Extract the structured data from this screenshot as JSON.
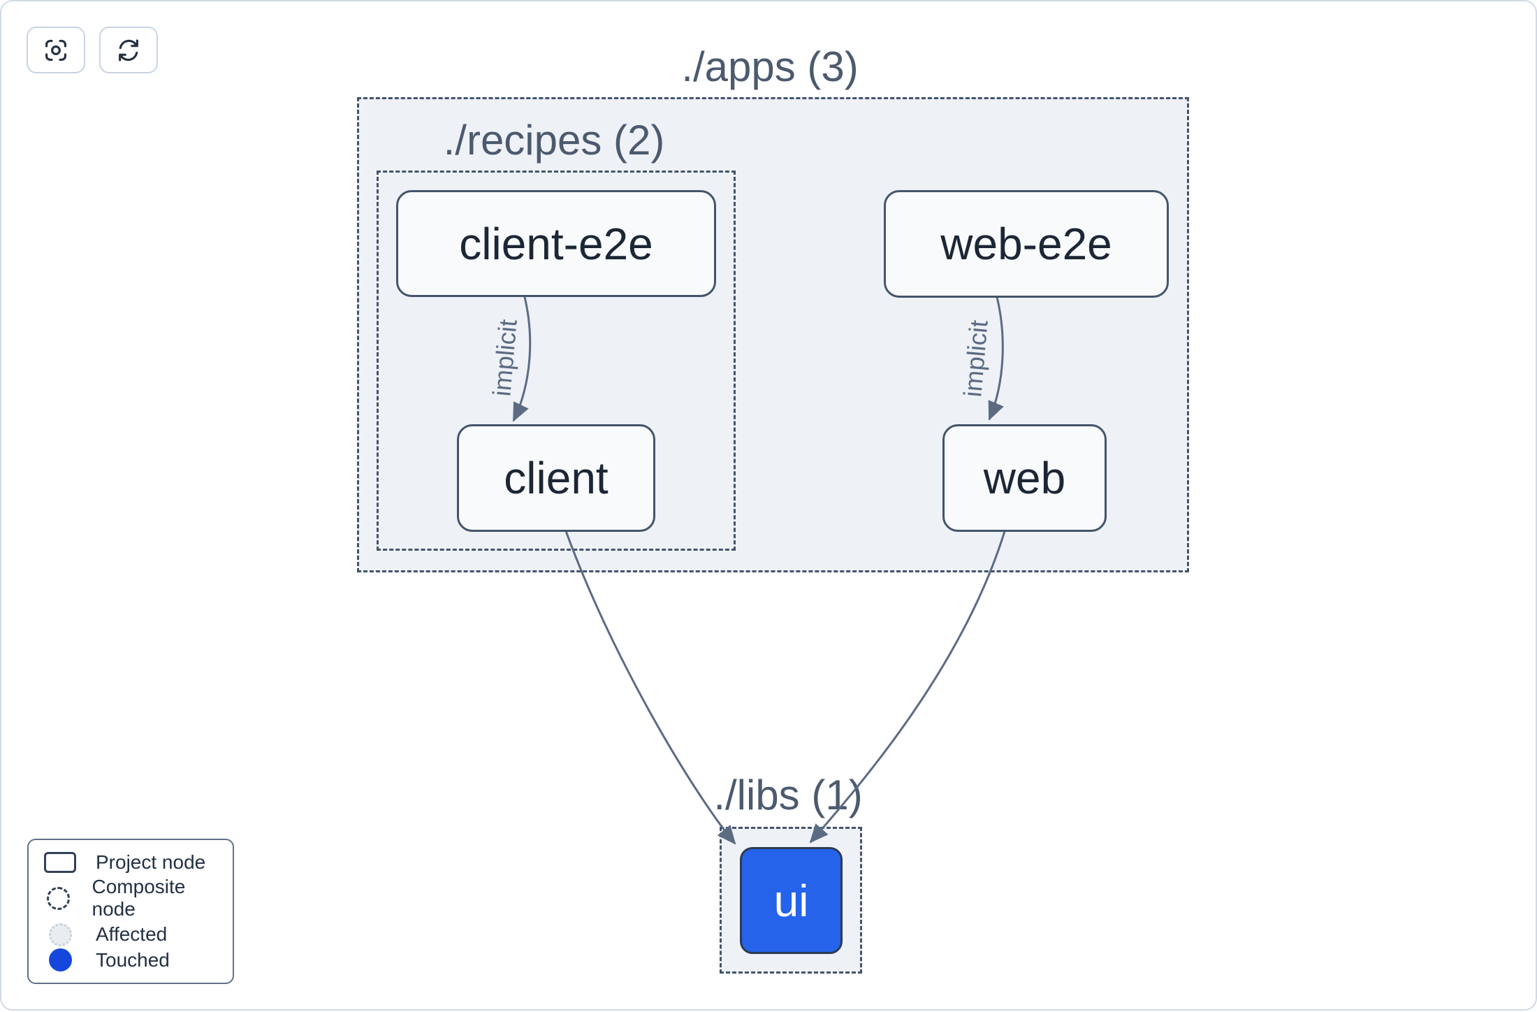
{
  "toolbar": {
    "buttons": [
      {
        "name": "zoom-to-fit",
        "icon": "focus-icon"
      },
      {
        "name": "refresh",
        "icon": "refresh-icon"
      }
    ]
  },
  "graph": {
    "composites": [
      {
        "id": "apps",
        "label": "./apps (3)",
        "project_count": 3
      },
      {
        "id": "recipes",
        "label": "./recipes (2)",
        "project_count": 2
      },
      {
        "id": "libs",
        "label": "./libs (1)",
        "project_count": 1
      }
    ],
    "nodes": [
      {
        "id": "client-e2e",
        "label": "client-e2e",
        "state": "normal",
        "parent": "recipes"
      },
      {
        "id": "web-e2e",
        "label": "web-e2e",
        "state": "normal",
        "parent": "apps"
      },
      {
        "id": "client",
        "label": "client",
        "state": "normal",
        "parent": "recipes"
      },
      {
        "id": "web",
        "label": "web",
        "state": "normal",
        "parent": "apps"
      },
      {
        "id": "ui",
        "label": "ui",
        "state": "touched",
        "parent": "libs"
      }
    ],
    "edges": [
      {
        "from": "client-e2e",
        "to": "client",
        "label": "implicit"
      },
      {
        "from": "web-e2e",
        "to": "web",
        "label": "implicit"
      },
      {
        "from": "client",
        "to": "ui",
        "label": ""
      },
      {
        "from": "web",
        "to": "ui",
        "label": ""
      }
    ]
  },
  "legend": {
    "items": [
      {
        "label": "Project node",
        "swatch": "project-outline"
      },
      {
        "label": "Composite node",
        "swatch": "dashed-circle"
      },
      {
        "label": "Affected",
        "swatch": "affected-circle"
      },
      {
        "label": "Touched",
        "swatch": "touched-circle"
      }
    ]
  },
  "colors": {
    "touched_node_blue": "#2563eb",
    "touched_legend_blue": "#1547dd",
    "composite_background": "#eef1f6",
    "dashed_border_slate": "#44546a",
    "node_background": "#f8fafc",
    "node_text": "#1c2635",
    "composite_title_text": "#4c5a6e",
    "edge_gray": "#5b6b82",
    "affected_fill": "#e9edf2",
    "page_border": "#d2d9e5"
  }
}
